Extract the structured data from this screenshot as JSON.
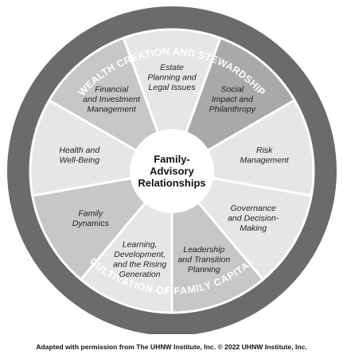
{
  "ring": {
    "top_text": "WEALTH CREATION AND STEWARDSHIP",
    "bottom_text": "CULTIVATION OF FAMILY CAPITAL",
    "color": "#6b6b6b"
  },
  "center": {
    "lines": [
      "Family-",
      "Advisory",
      "Relationships"
    ]
  },
  "segments": [
    {
      "lines": [
        "Estate",
        "Planning and",
        "Legal Issues"
      ],
      "fill": "#e6e6e6"
    },
    {
      "lines": [
        "Social",
        "Impact and",
        "Philanthropy"
      ],
      "fill": "#a9a9a9"
    },
    {
      "lines": [
        "Risk",
        "Management"
      ],
      "fill": "#e6e6e6"
    },
    {
      "lines": [
        "Governance",
        "and Decision-",
        "Making"
      ],
      "fill": "#e6e6e6"
    },
    {
      "lines": [
        "Leadership",
        "and Transition",
        "Planning"
      ],
      "fill": "#c7c7c7"
    },
    {
      "lines": [
        "Learning,",
        "Development,",
        "and the Rising",
        "Generation"
      ],
      "fill": "#e6e6e6"
    },
    {
      "lines": [
        "Family",
        "Dynamics"
      ],
      "fill": "#c7c7c7"
    },
    {
      "lines": [
        "Health and",
        "Well-Being"
      ],
      "fill": "#e6e6e6"
    },
    {
      "lines": [
        "Financial",
        "and Investment",
        "Management"
      ],
      "fill": "#c7c7c7"
    }
  ],
  "credit": "Adapted with permission from The UHNW Institute, Inc. © 2022 UHNW Institute, Inc."
}
